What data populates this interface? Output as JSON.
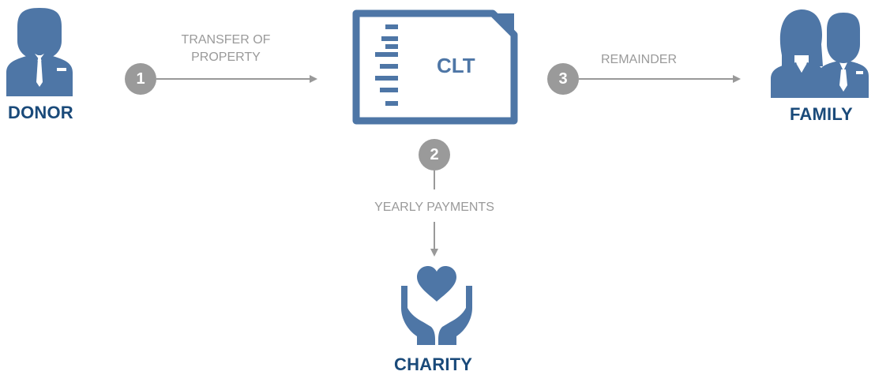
{
  "colors": {
    "primary": "#4e76a6",
    "label": "#1a4a7a",
    "connector": "#999999",
    "flow_text": "#9a9a9a"
  },
  "nodes": {
    "donor": {
      "label": "DONOR",
      "icon": "businessman-icon"
    },
    "trust": {
      "label": "CLT",
      "icon": "document-icon"
    },
    "family": {
      "label": "FAMILY",
      "icon": "couple-icon"
    },
    "charity": {
      "label": "CHARITY",
      "icon": "heart-in-hands-icon"
    }
  },
  "steps": [
    {
      "number": "1",
      "label_line1": "TRANSFER OF",
      "label_line2": "PROPERTY"
    },
    {
      "number": "2",
      "label_line1": "YEARLY PAYMENTS"
    },
    {
      "number": "3",
      "label_line1": "REMAINDER"
    }
  ]
}
